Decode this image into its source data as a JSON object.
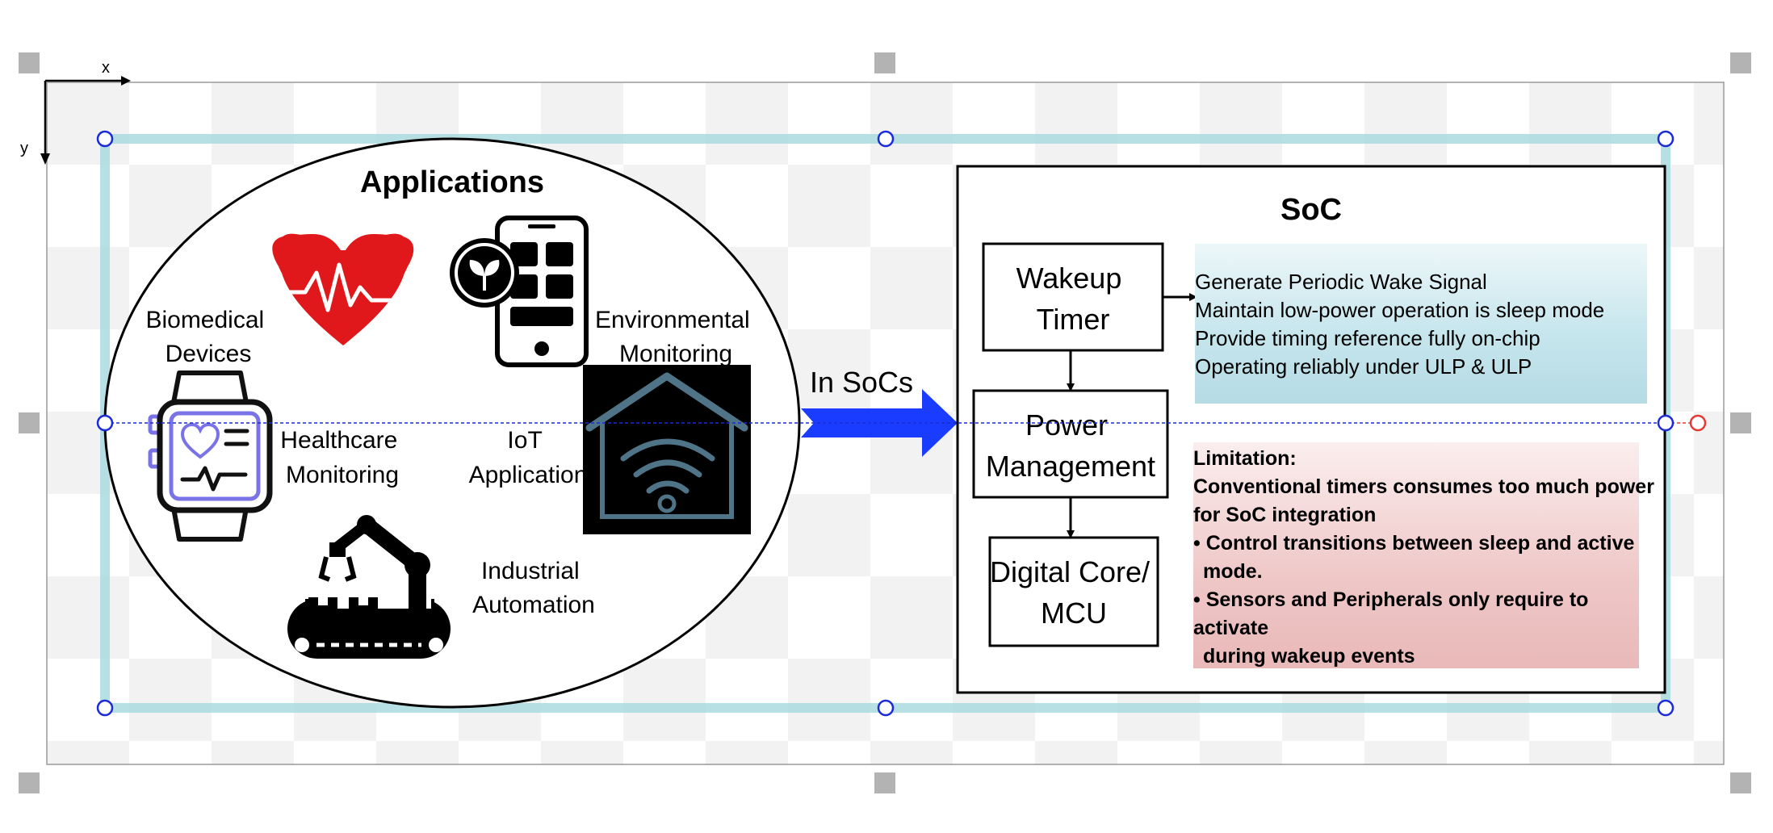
{
  "axes": {
    "x_label": "x",
    "y_label": "y"
  },
  "applications": {
    "title": "Applications",
    "items": {
      "biomedical": [
        "Biomedical",
        "Devices"
      ],
      "environmental": [
        "Environmental",
        "Monitoring"
      ],
      "healthcare": [
        "Healthcare",
        "Monitoring"
      ],
      "iot": [
        "IoT",
        "Application"
      ],
      "industrial": [
        "Industrial",
        "Automation"
      ]
    },
    "icons": [
      "heart-pulse-icon",
      "smartphone-plant-icon",
      "smartwatch-icon",
      "smart-home-wifi-icon",
      "robot-arm-conveyor-icon"
    ]
  },
  "arrow_label": "In SoCs",
  "soc": {
    "title": "SoC",
    "blocks": {
      "wakeup_timer": [
        "Wakeup",
        "Timer"
      ],
      "power_management": [
        "Power",
        "Management"
      ],
      "digital_core": [
        "Digital Core/",
        "MCU"
      ]
    },
    "features": [
      "Generate Periodic Wake Signal",
      "Maintain low-power operation is sleep mode",
      "Provide timing reference fully on-chip",
      "Operating reliably under ULP & ULP"
    ],
    "limitation": {
      "heading": "Limitation:",
      "lines": [
        "Conventional timers consumes too much power",
        "for SoC integration",
        "• Control transitions between sleep and active",
        "  mode.",
        "• Sensors and Peripherals only require to",
        "activate",
        "  during wakeup events"
      ]
    }
  },
  "colors": {
    "arrow": "#1a3cff",
    "heart": "#e0181b",
    "watch_accent": "#7a73e8",
    "selection": "#1b2bd9",
    "rotate_handle": "#e53935",
    "frame_border": "#9dd4da",
    "features_bg": "#bfe2ea",
    "limitation_bg": "#efc2c2"
  }
}
